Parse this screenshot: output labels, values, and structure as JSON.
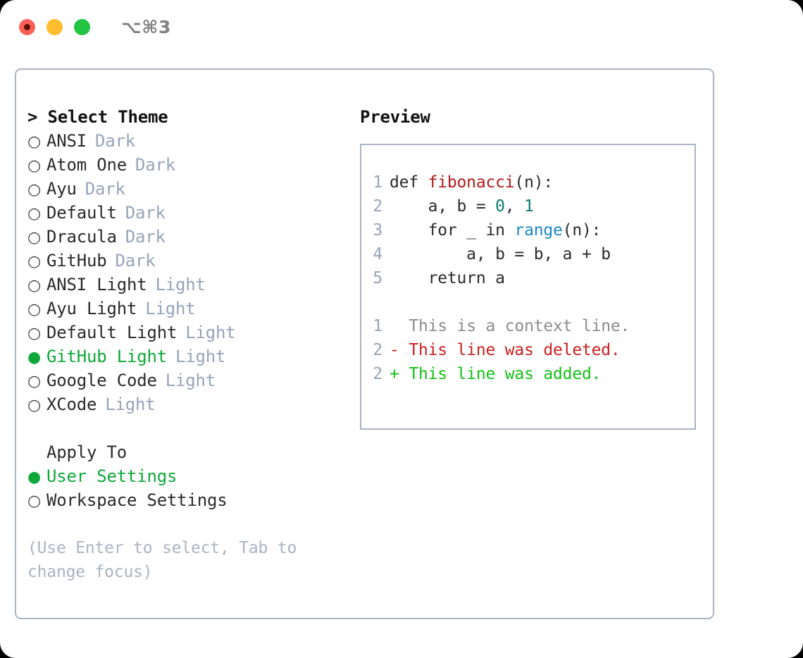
{
  "titlebar": {
    "shortcut": "⌥⌘3",
    "traffic_lights": [
      {
        "name": "close",
        "color": "#ff6159"
      },
      {
        "name": "minimize",
        "color": "#ffbd2e"
      },
      {
        "name": "maximize",
        "color": "#23c343"
      }
    ]
  },
  "left": {
    "heading": "> Select Theme",
    "marker_selected": "●",
    "marker_unselected": "○",
    "themes": [
      {
        "label": "ANSI",
        "tag": "Dark",
        "selected": false
      },
      {
        "label": "Atom One",
        "tag": "Dark",
        "selected": false
      },
      {
        "label": "Ayu",
        "tag": "Dark",
        "selected": false
      },
      {
        "label": "Default",
        "tag": "Dark",
        "selected": false
      },
      {
        "label": "Dracula",
        "tag": "Dark",
        "selected": false
      },
      {
        "label": "GitHub",
        "tag": "Dark",
        "selected": false
      },
      {
        "label": "ANSI Light",
        "tag": "Light",
        "selected": false
      },
      {
        "label": "Ayu Light",
        "tag": "Light",
        "selected": false
      },
      {
        "label": "Default Light",
        "tag": "Light",
        "selected": false
      },
      {
        "label": "GitHub Light",
        "tag": "Light",
        "selected": true
      },
      {
        "label": "Google Code",
        "tag": "Light",
        "selected": false
      },
      {
        "label": "XCode",
        "tag": "Light",
        "selected": false
      }
    ],
    "apply_to_heading": "Apply To",
    "apply_to": [
      {
        "label": "User Settings",
        "selected": true
      },
      {
        "label": "Workspace Settings",
        "selected": false
      }
    ],
    "hint": "(Use Enter to select, Tab to change focus)"
  },
  "right": {
    "heading": "Preview",
    "code_lines": [
      {
        "n": "1",
        "tokens": [
          {
            "t": "def ",
            "c": "plain"
          },
          {
            "t": "fibonacci",
            "c": "fn"
          },
          {
            "t": "(n):",
            "c": "plain"
          }
        ]
      },
      {
        "n": "2",
        "tokens": [
          {
            "t": "    a, b = ",
            "c": "plain"
          },
          {
            "t": "0",
            "c": "num"
          },
          {
            "t": ", ",
            "c": "plain"
          },
          {
            "t": "1",
            "c": "num"
          }
        ]
      },
      {
        "n": "3",
        "tokens": [
          {
            "t": "    for _ in ",
            "c": "plain"
          },
          {
            "t": "range",
            "c": "build"
          },
          {
            "t": "(n):",
            "c": "plain"
          }
        ]
      },
      {
        "n": "4",
        "tokens": [
          {
            "t": "        a, b = b, a + b",
            "c": "plain"
          }
        ]
      },
      {
        "n": "5",
        "tokens": [
          {
            "t": "    return a",
            "c": "plain"
          }
        ]
      }
    ],
    "diff_lines": [
      {
        "n": "1",
        "sign": " ",
        "text": "This is a context line.",
        "kind": "ctx"
      },
      {
        "n": "2",
        "sign": "-",
        "text": "This line was deleted.",
        "kind": "del"
      },
      {
        "n": "2",
        "sign": "+",
        "text": "This line was added.",
        "kind": "add"
      }
    ]
  },
  "colors": {
    "accent_green": "#0ea83a",
    "muted": "#96a4b8",
    "border": "#aab4c2",
    "text": "#2b2b2b",
    "diff_add": "#14c014",
    "diff_del": "#cc1f1f",
    "syntax_fn": "#b01b1b",
    "syntax_num": "#0c7a6e",
    "syntax_builtin": "#1a87c4"
  }
}
